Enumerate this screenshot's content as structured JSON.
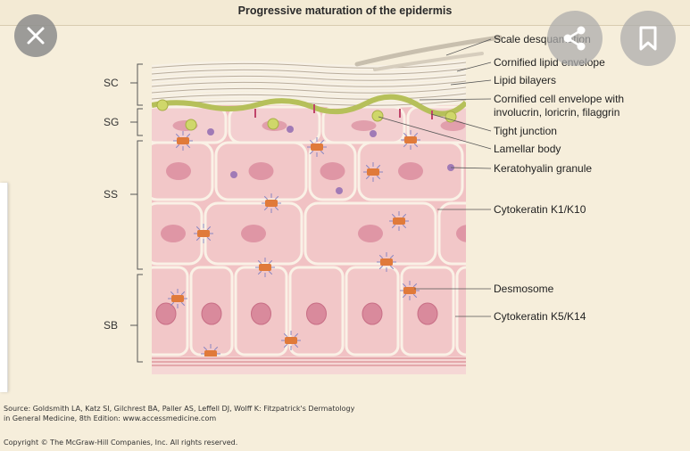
{
  "title": "Progressive maturation of the epidermis",
  "layers": [
    "SC",
    "SG",
    "SS",
    "SB"
  ],
  "callouts": [
    "Scale desquamation",
    "Cornified lipid envelope",
    "Lipid bilayers",
    "Cornified cell envelope with",
    "involucrin, loricrin, filaggrin",
    "Tight junction",
    "Lamellar body",
    "Keratohyalin granule",
    "Cytokeratin K1/K10",
    "Desmosome",
    "Cytokeratin K5/K14"
  ],
  "footer": {
    "line1": "Source: Goldsmith LA, Katz SI, Gilchrest BA, Paller AS, Leffell DJ, Wolff K: Fitzpatrick's Dermatology",
    "line2": "in General Medicine, 8th Edition: www.accessmedicine.com",
    "line3": "Copyright © The McGraw-Hill Companies, Inc. All rights reserved."
  },
  "overlay": {
    "close_icon": "close-icon",
    "share_icon": "share-icon",
    "bookmark_icon": "bookmark-icon"
  },
  "colors": {
    "background": "#f6eedb",
    "cell_fill": "#f2c7c8",
    "cell_border": "#faf1e6",
    "nucleus": "#d98a9c",
    "desmosome": "#e07a3a",
    "granule": "#cfd76a",
    "stratum_corneum": "#d8cfc0"
  }
}
